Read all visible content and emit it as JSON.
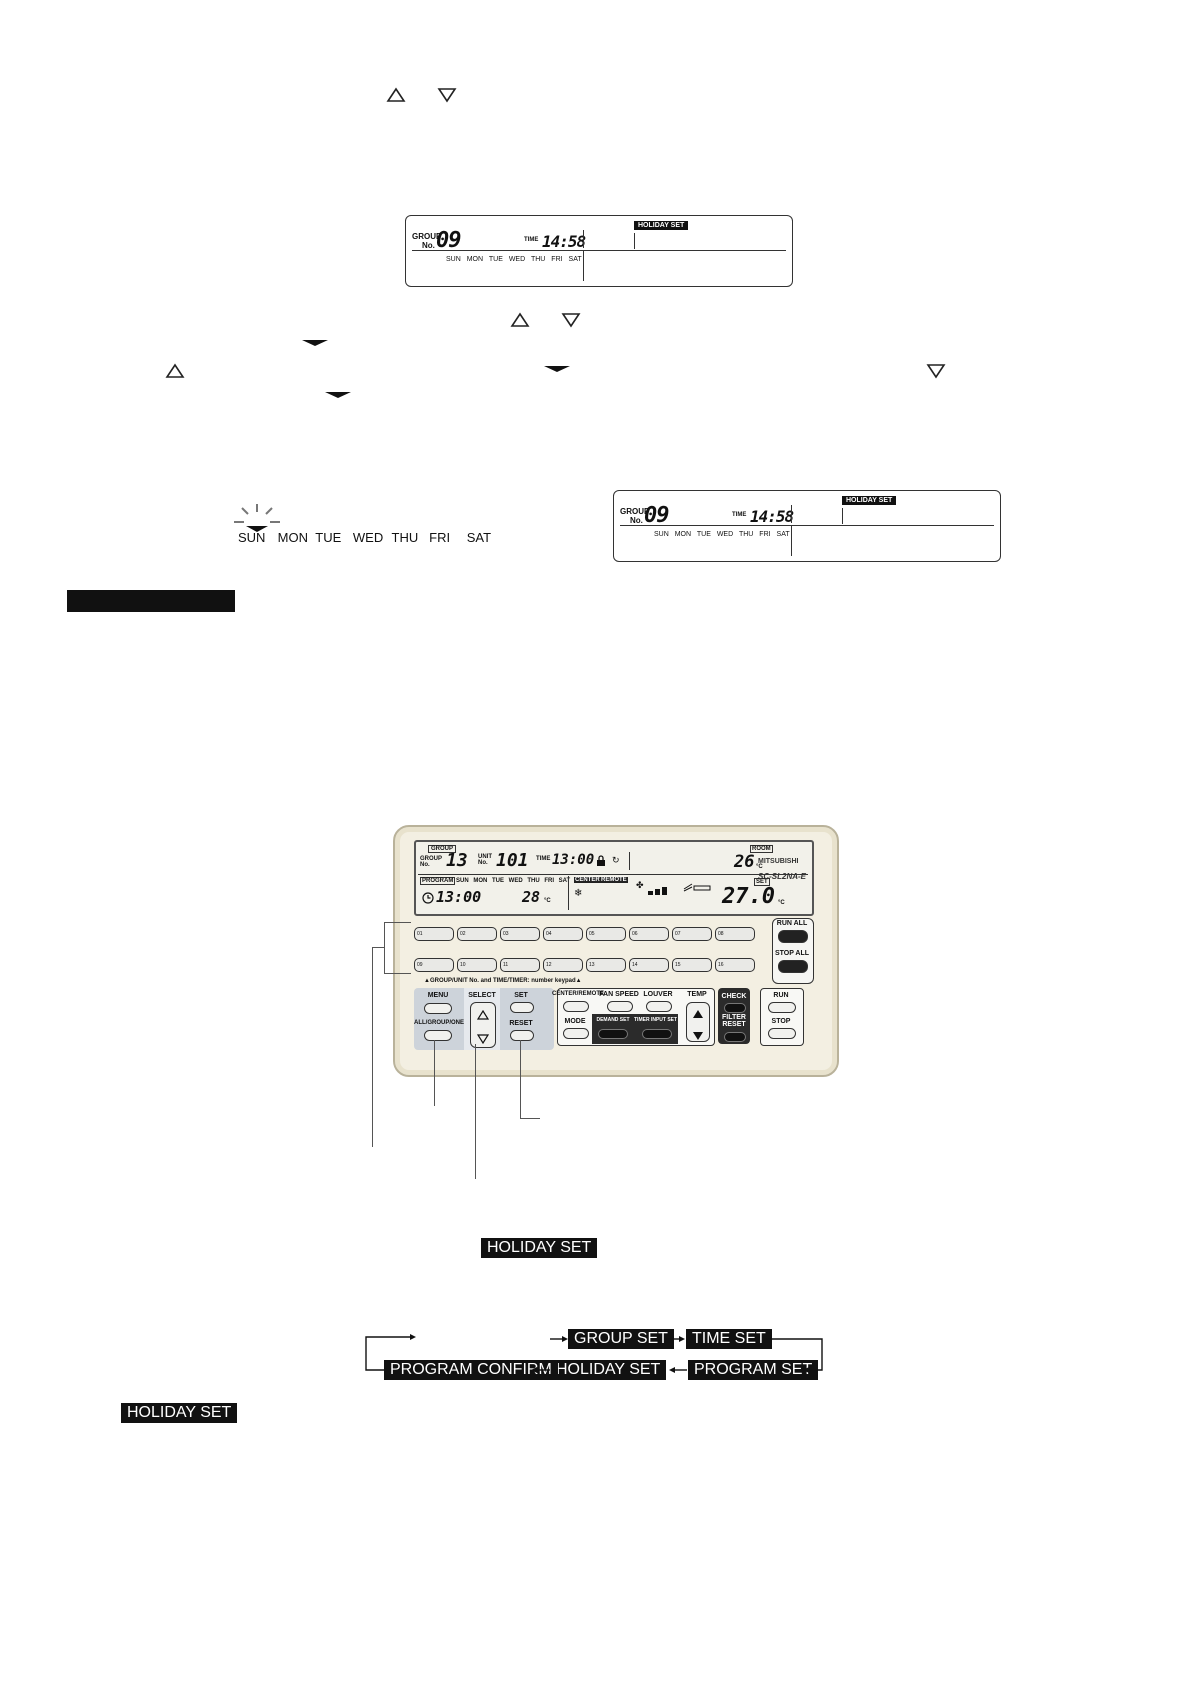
{
  "lcd_top": {
    "group_label": "GROUP",
    "no_label": "No.",
    "group_no": "09",
    "time_label": "TIME",
    "time": "14:58",
    "holiday_set": "HOLIDAY SET",
    "days": "SUN MON TUE WED THU FRI SAT"
  },
  "day_strip": {
    "days": [
      "SUN",
      "MON",
      "TUE",
      "WED",
      "THU",
      "FRI",
      "SAT"
    ]
  },
  "lcd_right": {
    "group_label": "GROUP",
    "no_label": "No.",
    "group_no": "09",
    "time_label": "TIME",
    "time": "14:58",
    "holiday_set": "HOLIDAY SET",
    "days": "SUN MON TUE WED THU FRI SAT"
  },
  "controller": {
    "lcd": {
      "group_box": "GROUP",
      "group_label": "GROUP No.",
      "group_no": "13",
      "unit_label": "UNIT No.",
      "unit_no": "101",
      "time_label": "TIME",
      "time": "13:00",
      "room_label": "ROOM",
      "room_temp": "26",
      "set_label": "SET",
      "set_temp": "27.0",
      "program_box": "PROGRAM",
      "days": "SUN MON TUE WED THU FRI SAT",
      "prog_time": "13:00",
      "prog_temp": "28",
      "center": "CENTER",
      "remote": "REMOTE",
      "celsius": "°C"
    },
    "brand": "MITSUBISHI",
    "model": "SC-SL2NA-E",
    "keys_row1": [
      "01",
      "02",
      "03",
      "04",
      "05",
      "06",
      "07",
      "08"
    ],
    "keys_row2": [
      "09",
      "10",
      "11",
      "12",
      "13",
      "14",
      "15",
      "16"
    ],
    "keypad_caption": "▲GROUP/UNIT No. and TIME/TIMER: number keypad▲",
    "run_all": "RUN ALL",
    "stop_all": "STOP ALL",
    "menu": "MENU",
    "all_group_one": "ALL/GROUP/ONE",
    "select": "SELECT",
    "set": "SET",
    "reset": "RESET",
    "center_remote": "CENTER/REMOTE",
    "fan_speed": "FAN SPEED",
    "louver": "LOUVER",
    "temp": "TEMP",
    "mode": "MODE",
    "demand_set": "DEMAND SET",
    "timer_input_set": "TIMER INPUT SET",
    "check": "CHECK",
    "filter_reset": "FILTER RESET",
    "run": "RUN",
    "stop": "STOP"
  },
  "holiday_tag_mid": "HOLIDAY SET",
  "flow": {
    "group_set": "GROUP SET",
    "time_set": "TIME SET",
    "program_set": "PROGRAM SET",
    "holiday_set": "HOLIDAY SET",
    "program_confirm": "PROGRAM CONFIRM"
  },
  "holiday_tag_bottom": "HOLIDAY SET"
}
